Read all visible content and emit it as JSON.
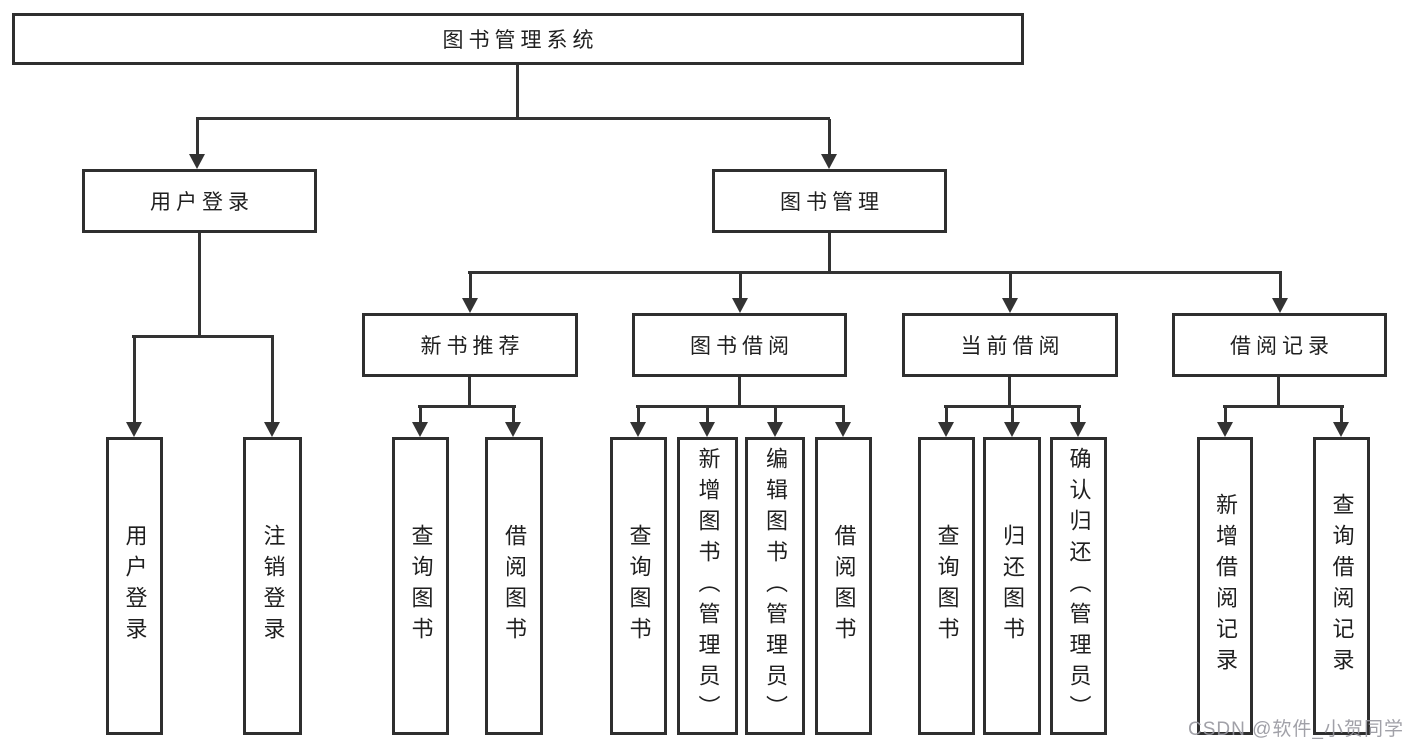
{
  "tree": {
    "label": "图书管理系统",
    "children": [
      {
        "label": "用户登录",
        "children": [
          {
            "label": "用户登录"
          },
          {
            "label": "注销登录"
          }
        ]
      },
      {
        "label": "图书管理",
        "children": [
          {
            "label": "新书推荐",
            "children": [
              {
                "label": "查询图书"
              },
              {
                "label": "借阅图书"
              }
            ]
          },
          {
            "label": "图书借阅",
            "children": [
              {
                "label": "查询图书"
              },
              {
                "label": "新增图书（管理员）"
              },
              {
                "label": "编辑图书（管理员）"
              },
              {
                "label": "借阅图书"
              }
            ]
          },
          {
            "label": "当前借阅",
            "children": [
              {
                "label": "查询图书"
              },
              {
                "label": "归还图书"
              },
              {
                "label": "确认归还（管理员）"
              }
            ]
          },
          {
            "label": "借阅记录",
            "children": [
              {
                "label": "新增借阅记录"
              },
              {
                "label": "查询借阅记录"
              }
            ]
          }
        ]
      }
    ]
  },
  "watermark": {
    "text": "CSDN @软件_小贺同学"
  },
  "colors": {
    "line": "#333333",
    "box_border": "#2f2f2f",
    "text": "#1f1f1f",
    "watermark": "#97979f",
    "background": "#ffffff"
  }
}
